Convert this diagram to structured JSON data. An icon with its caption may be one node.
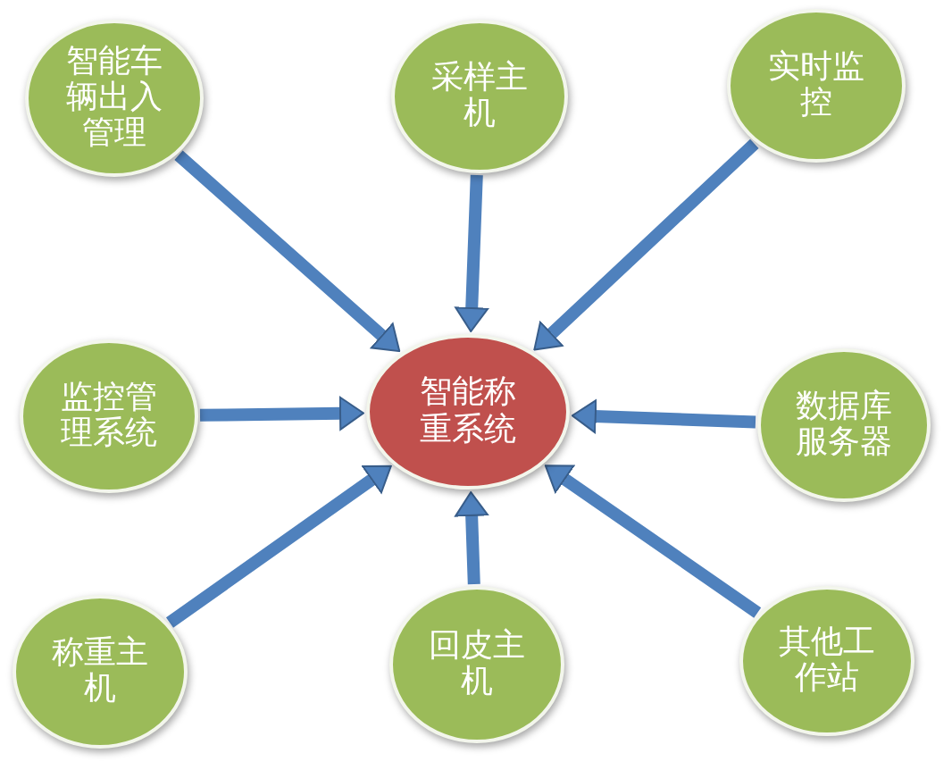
{
  "diagram": {
    "nodes": [
      {
        "text": [
          "智能车辆出入管理"
        ]
      },
      {
        "text": [
          "采样主机"
        ]
      },
      {
        "text": [
          "实时监控"
        ]
      },
      {
        "text": [
          "监控管理系统"
        ]
      },
      {
        "text": [
          "智能称重系统"
        ]
      },
      {
        "text": [
          "数据库服务器"
        ]
      },
      {
        "text": [
          "称重主机"
        ]
      },
      {
        "text": [
          "回皮主机"
        ]
      },
      {
        "text": [
          "其他工作站"
        ]
      }
    ],
    "edges": [
      {
        "from": 0,
        "to": 4,
        "arrow": "to"
      },
      {
        "from": 1,
        "to": 4,
        "arrow": "to"
      },
      {
        "from": 2,
        "to": 4,
        "arrow": "to"
      },
      {
        "from": 3,
        "to": 4,
        "arrow": "to"
      },
      {
        "from": 5,
        "to": 4,
        "arrow": "to"
      },
      {
        "from": 6,
        "to": 4,
        "arrow": "to"
      },
      {
        "from": 7,
        "to": 4,
        "arrow": "to"
      },
      {
        "from": 8,
        "to": 4,
        "arrow": "to"
      }
    ]
  }
}
